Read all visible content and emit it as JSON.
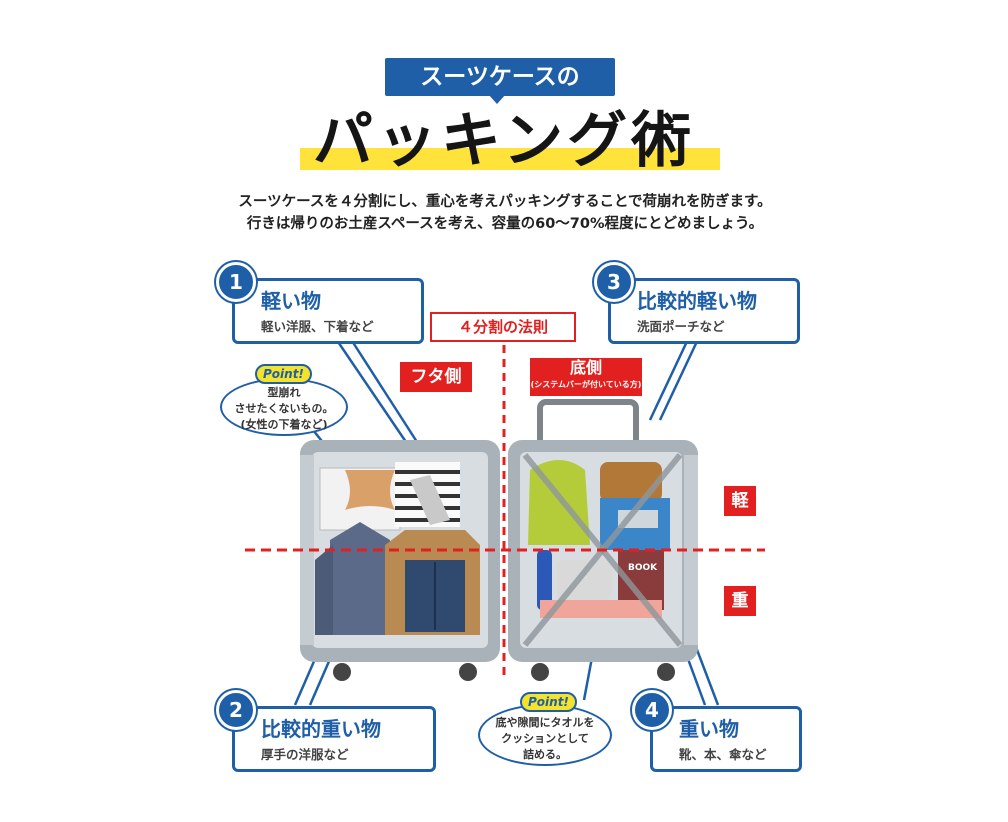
{
  "title": {
    "sub": "スーツケースの",
    "main": "パッキング術"
  },
  "description": [
    "スーツケースを４分割にし、重心を考えパッキングすることで荷崩れを防ぎます。",
    "行きは帰りのお土産スペースを考え、容量の60〜70%程度にとどめましょう。"
  ],
  "rule_label": "４分割の法則",
  "lid_side": "フタ側",
  "bottom_side": {
    "label": "底側",
    "note": "(システムバーが付いている方)"
  },
  "weight_labels": {
    "light": "軽",
    "heavy": "重"
  },
  "book_label": "BOOK",
  "callouts": [
    {
      "num": "1",
      "title": "軽い物",
      "sub": "軽い洋服、下着など"
    },
    {
      "num": "2",
      "title": "比較的重い物",
      "sub": "厚手の洋服など"
    },
    {
      "num": "3",
      "title": "比較的軽い物",
      "sub": "洗面ポーチなど"
    },
    {
      "num": "4",
      "title": "重い物",
      "sub": "靴、本、傘など"
    }
  ],
  "points": [
    {
      "badge": "Point!",
      "lines": [
        "型崩れ",
        "させたくないもの。",
        "(女性の下着など)"
      ]
    },
    {
      "badge": "Point!",
      "lines": [
        "底や隙間にタオルを",
        "クッションとして",
        "詰める。"
      ]
    }
  ],
  "colors": {
    "blue": "#1f5fa8",
    "red": "#e32020",
    "yellow": "#ffe23a"
  }
}
